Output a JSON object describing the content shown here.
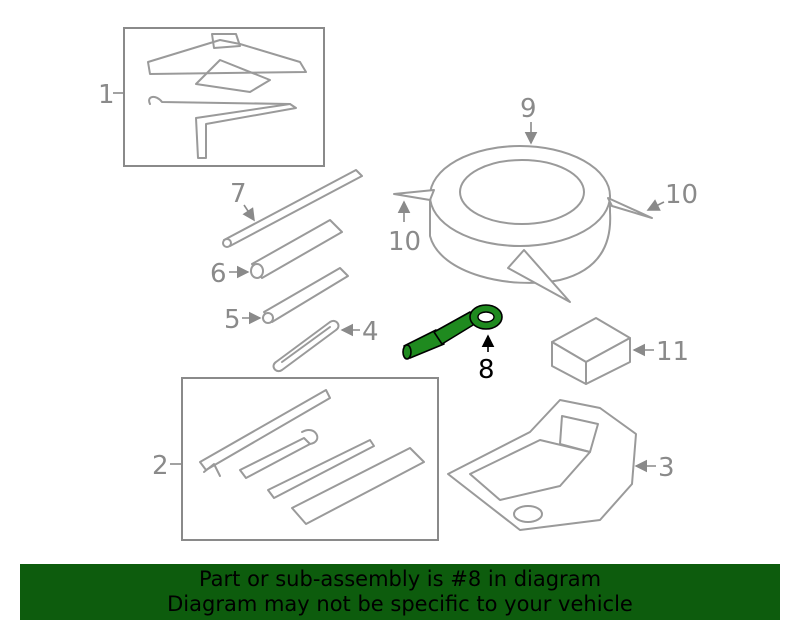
{
  "callouts": {
    "c1": "1",
    "c2": "2",
    "c3": "3",
    "c4": "4",
    "c5": "5",
    "c6": "6",
    "c7": "7",
    "c8": "8",
    "c9": "9",
    "c10a": "10",
    "c10b": "10",
    "c11": "11"
  },
  "highlighted_part": "8",
  "colors": {
    "banner_bg": "#0d5c0d",
    "highlight": "#1f8a1f",
    "line": "#9a9a9a"
  },
  "banner": {
    "line1": "Part or sub-assembly is #8 in diagram",
    "line2": "Diagram may not be specific to your vehicle"
  }
}
